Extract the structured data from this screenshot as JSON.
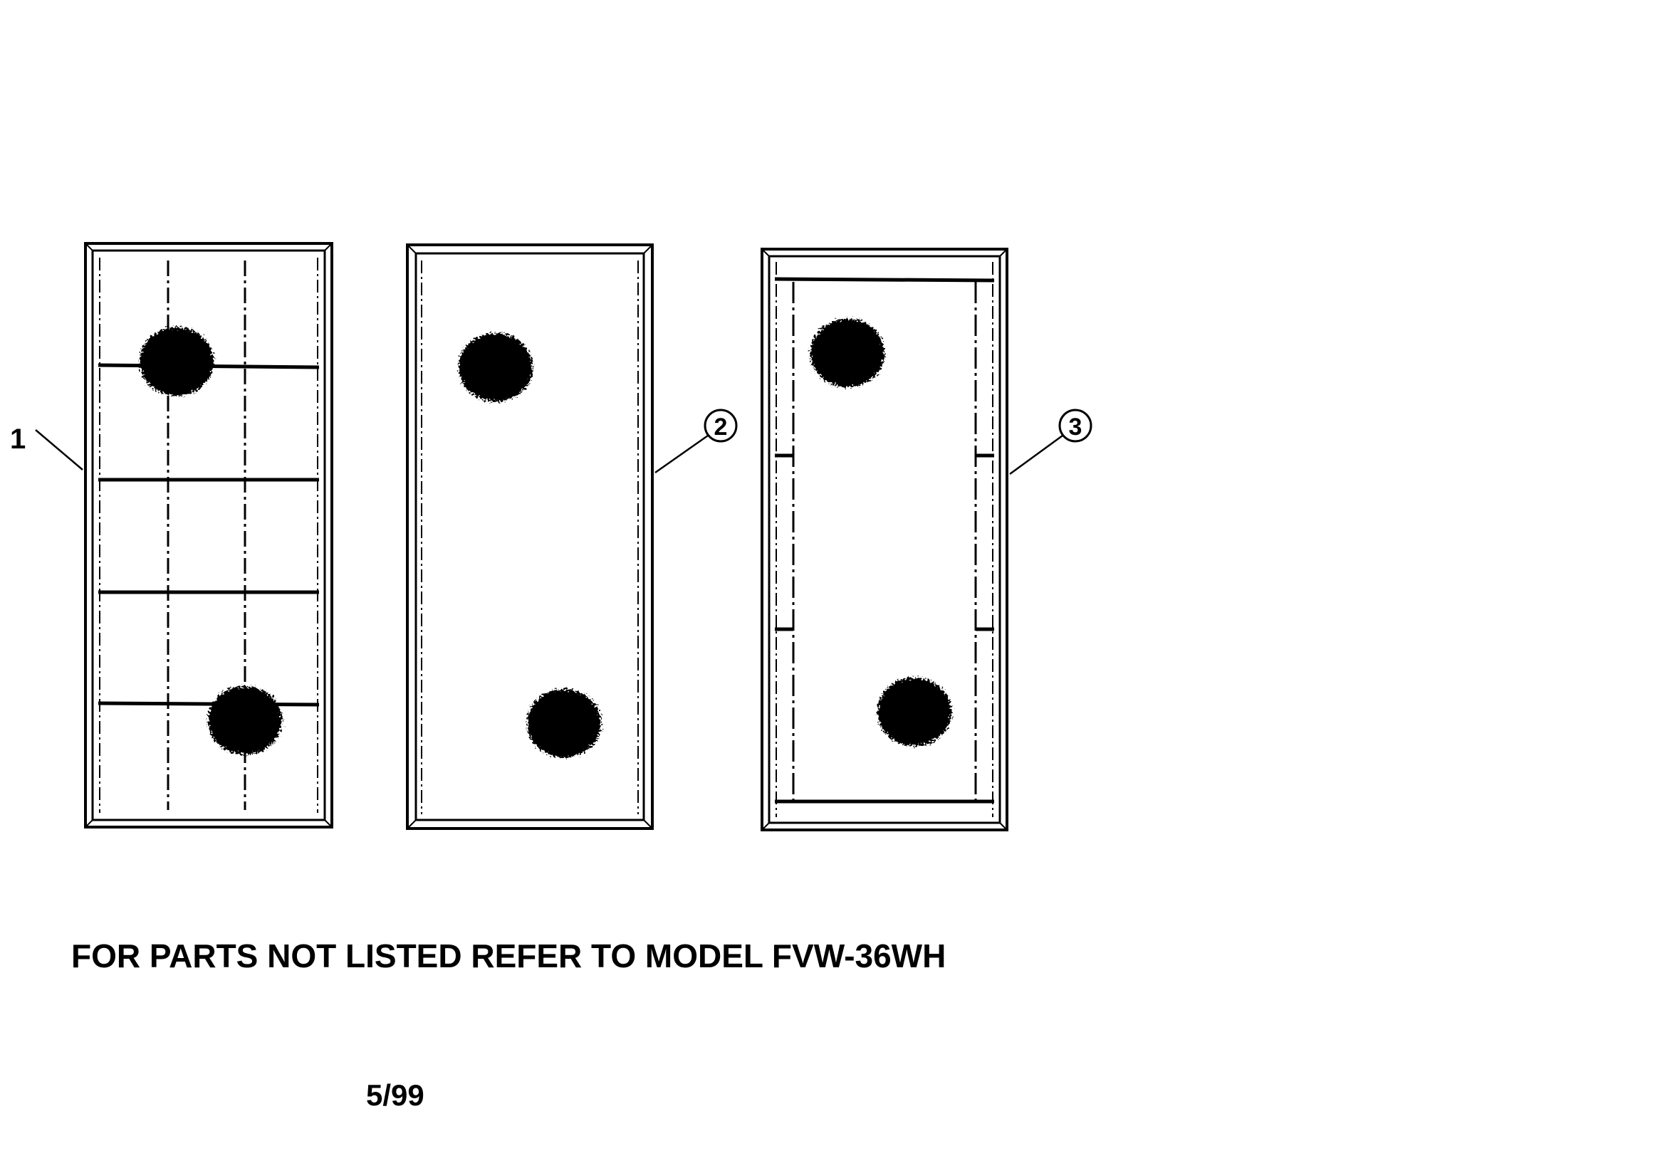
{
  "callouts": [
    {
      "label": "1",
      "style": "plain"
    },
    {
      "label": "2",
      "style": "circled"
    },
    {
      "label": "3",
      "style": "circled"
    }
  ],
  "panels": [
    {
      "name": "grille-panel",
      "grid": true
    },
    {
      "name": "plain-panel",
      "grid": false
    },
    {
      "name": "framed-panel",
      "grid": false
    }
  ],
  "note": "FOR PARTS NOT LISTED REFER TO MODEL FVW-36WH",
  "date": "5/99"
}
